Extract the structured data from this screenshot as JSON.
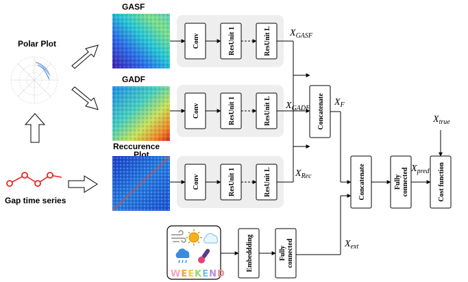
{
  "inputs": {
    "polar_plot_title": "Polar Plot",
    "gasf_title": "GASF",
    "gadf_title": "GADF",
    "recurrence_title_line1": "Reccurence",
    "recurrence_title_line2": "Plot",
    "gap_series_label": "Gap time series"
  },
  "branches": {
    "conv": "Conv",
    "resunit1": "ResUnit 1",
    "resunitL": "ResUnit L"
  },
  "outputs": {
    "x_main": "X",
    "gasf_sub": "GASF",
    "gadf_sub": "GADF",
    "rec_sub": "Rec",
    "f_sub": "F",
    "ext_sub": "ext",
    "pred_sub": "pred",
    "true_sub": "true"
  },
  "blocks": {
    "concatenate_1": "Concatenate",
    "concatenate_2": "Concatenate",
    "fully_connected_1a": "Fully",
    "fully_connected_1b": "connected",
    "fully_connected_2a": "Fully",
    "fully_connected_2b": "connected",
    "embedding": "Embeddding",
    "cost_function": "Cost function"
  },
  "external": {
    "weekend_text": "WEEKEND",
    "icons": [
      "wind-icon",
      "sun-icon",
      "cloud-icon",
      "rain-cloud-icon",
      "thermometer-icon"
    ]
  },
  "colors": {
    "series_red": "#e8231f",
    "weekend_colors": [
      "#f4a6c6",
      "#e9a33a",
      "#f2c94c",
      "#9bd46b",
      "#6ec1e4",
      "#b48ee6",
      "#f58e8e"
    ],
    "panel_gray": "#eeeeee"
  }
}
